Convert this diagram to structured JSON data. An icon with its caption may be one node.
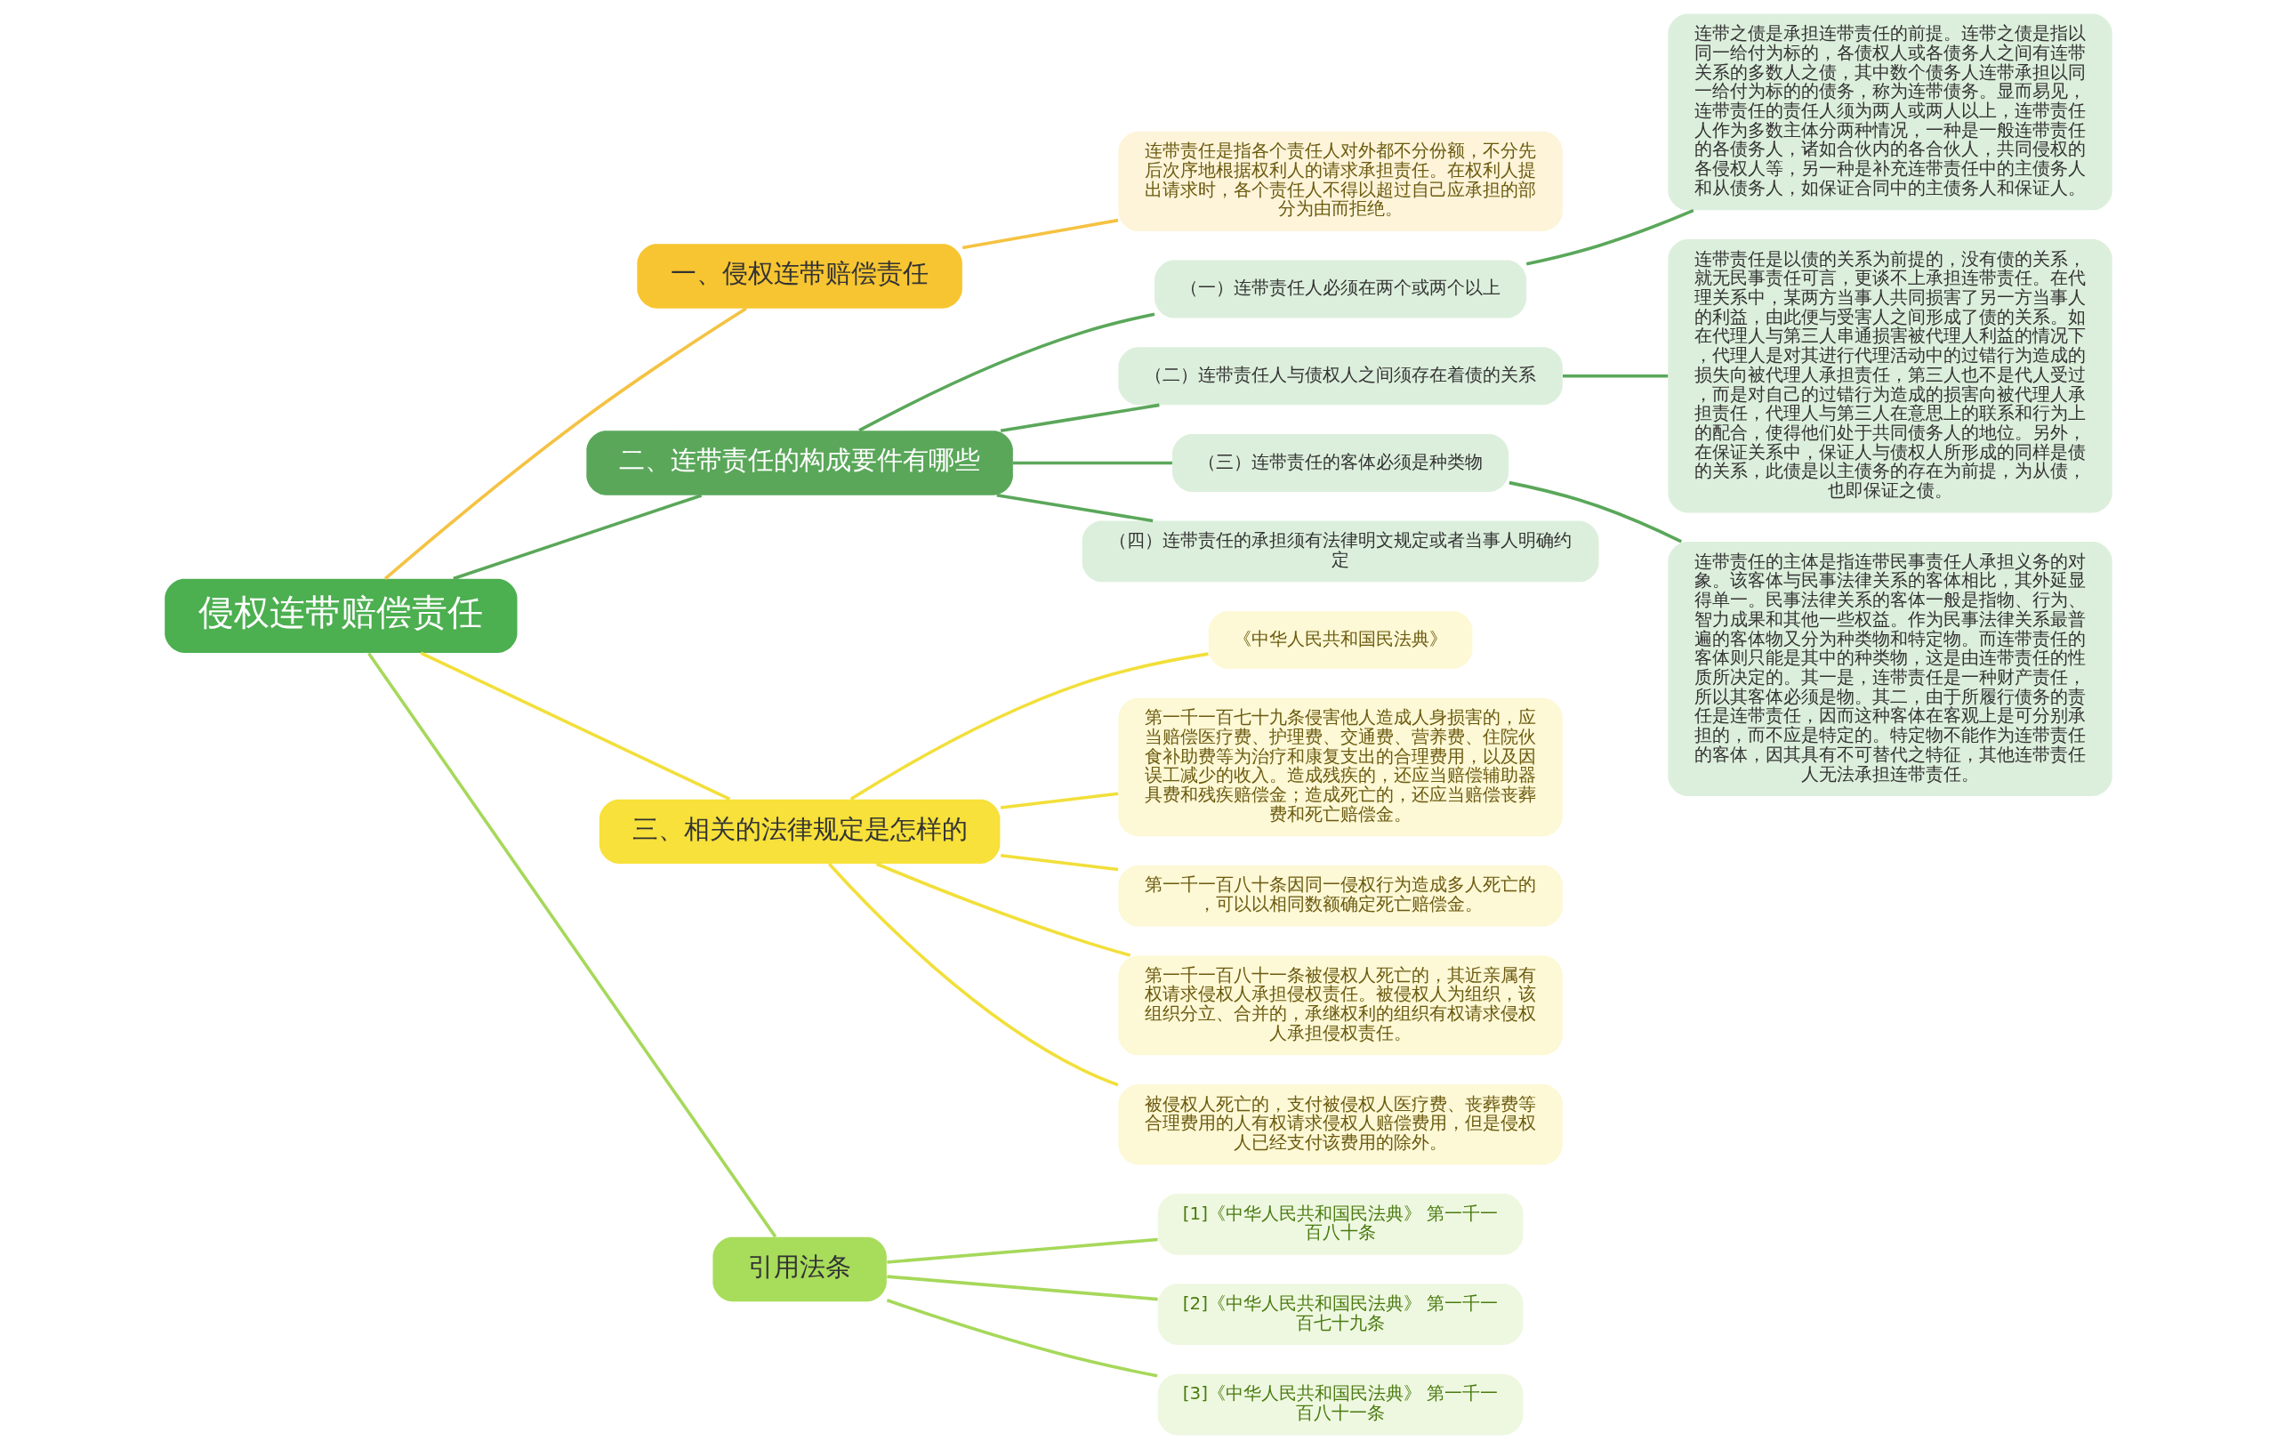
{
  "diagram": {
    "nodes": [
      {
        "text": [
          "侵权连带赔偿责任"
        ]
      },
      {
        "text": [
          "一、侵权连带赔偿责任"
        ]
      },
      {
        "text": [
          "连带责任是指各个责任人对外都不分份额，不分先后次序地根据权利人的请求承担责任。在权利人提出请求时，各个责任人不得以超过自己应承担的部分为由而拒绝。"
        ]
      },
      {
        "text": [
          "二、连带责任的构成要件有哪些"
        ]
      },
      {
        "text": [
          "（一）连带责任人必须在两个或两个以上"
        ]
      },
      {
        "text": [
          "连带之债是承担连带责任的前提。连带之债是指以同一给付为标的，各债权人或各债务人之间有连带关系的多数人之债，其中数个债务人连带承担以同一给付为标的的债务，称为连带债务。显而易见，连带责任的责任人须为两人或两人以上，连带责任人作为多数主体分两种情况，一种是一般连带责任的各债务人，诸如合伙内的各合伙人，共同侵权的各侵权人等，另一种是补充连带责任中的主债务人和从债务人，如保证合同中的主债务人和保证人。"
        ]
      },
      {
        "text": [
          "（二）连带责任人与债权人之间须存在着债的关系"
        ]
      },
      {
        "text": [
          "连带责任是以债的关系为前提的，没有债的关系，就无民事责任可言，更谈不上承担连带责任。在代理关系中，某两方当事人共同损害了另一方当事人的利益，由此便与受害人之间形成了债的关系。如在代理人与第三人串通损害被代理人利益的情况下，代理人是对其进行代理活动中的过错行为造成的损失向被代理人承担责任，第三人也不是代人受过，而是对自己的过错行为造成的损害向被代理人承担责任，代理人与第三人在意思上的联系和行为上的配合，使得他们处于共同债务人的地位。另外，在保证关系中，保证人与债权人所形成的同样是债的关系，此债是以主债务的存在为前提，为从债，也即保证之债。"
        ]
      },
      {
        "text": [
          "（三）连带责任的客体必须是种类物"
        ]
      },
      {
        "text": [
          "连带责任的主体是指连带民事责任人承担义务的对象。该客体与民事法律关系的客体相比，其外延显得单一。民事法律关系的客体一般是指物、行为、智力成果和其他一些权益。作为民事法律关系最普遍的客体物又分为种类物和特定物。而连带责任的客体则只能是其中的种类物，这是由连带责任的性质所决定的。其一是，连带责任是一种财产责任，所以其客体必须是物。其二，由于所履行债务的责任是连带责任，因而这种客体在客观上是可分别承担的，而不应是特定的。特定物不能作为连带责任的客体，因其具有不可替代之特征，其他连带责任人无法承担连带责任。"
        ]
      },
      {
        "text": [
          "（四）连带责任的承担须有法律明文规定或者当事人明确约定"
        ]
      },
      {
        "text": [
          "三、相关的法律规定是怎样的"
        ]
      },
      {
        "text": [
          "《中华人民共和国民法典》"
        ]
      },
      {
        "text": [
          "第一千一百七十九条侵害他人造成人身损害的，应当赔偿医疗费、护理费、交通费、营养费、住院伙食补助费等为治疗和康复支出的合理费用，以及因误工减少的收入。造成残疾的，还应当赔偿辅助器具费和残疾赔偿金；造成死亡的，还应当赔偿丧葬费和死亡赔偿金。"
        ]
      },
      {
        "text": [
          "第一千一百八十条因同一侵权行为造成多人死亡的，可以以相同数额确定死亡赔偿金。"
        ]
      },
      {
        "text": [
          "第一千一百八十一条被侵权人死亡的，其近亲属有权请求侵权人承担侵权责任。被侵权人为组织，该组织分立、合并的，承继权利的组织有权请求侵权人承担侵权责任。"
        ]
      },
      {
        "text": [
          "被侵权人死亡的，支付被侵权人医疗费、丧葬费等合理费用的人有权请求侵权人赔偿费用，但是侵权人已经支付该费用的除外。"
        ]
      },
      {
        "text": [
          "引用法条"
        ]
      },
      {
        "text": [
          "[1]《中华人民共和国民法典》 第一千一百八十条"
        ]
      },
      {
        "text": [
          "[2]《中华人民共和国民法典》 第一千一百七十九条"
        ]
      },
      {
        "text": [
          "[3]《中华人民共和国民法典》 第一千一百八十一条"
        ]
      }
    ],
    "edges": [
      {
        "from": 0,
        "to": 1,
        "arrow": "none",
        "color": "#f5c242"
      },
      {
        "from": 1,
        "to": 2,
        "arrow": "none",
        "color": "#f5c242"
      },
      {
        "from": 0,
        "to": 3,
        "arrow": "none"
      },
      {
        "from": 3,
        "to": 4,
        "arrow": "none"
      },
      {
        "from": 4,
        "to": 5,
        "arrow": "none"
      },
      {
        "from": 3,
        "to": 6,
        "arrow": "none"
      },
      {
        "from": 6,
        "to": 7,
        "arrow": "none"
      },
      {
        "from": 3,
        "to": 8,
        "arrow": "none"
      },
      {
        "from": 8,
        "to": 9,
        "arrow": "none"
      },
      {
        "from": 3,
        "to": 10,
        "arrow": "none"
      },
      {
        "from": 0,
        "to": 11,
        "arrow": "none",
        "color": "#f2df3a"
      },
      {
        "from": 11,
        "to": 12,
        "arrow": "none",
        "color": "#f2df3a"
      },
      {
        "from": 11,
        "to": 13,
        "arrow": "none",
        "color": "#f2df3a"
      },
      {
        "from": 11,
        "to": 14,
        "arrow": "none",
        "color": "#f2df3a"
      },
      {
        "from": 11,
        "to": 15,
        "arrow": "none",
        "color": "#f2df3a"
      },
      {
        "from": 11,
        "to": 16,
        "arrow": "none",
        "color": "#f2df3a"
      },
      {
        "from": 0,
        "to": 17,
        "arrow": "none",
        "color": "#a6d85a"
      },
      {
        "from": 17,
        "to": 18,
        "arrow": "none",
        "color": "#a6d85a"
      },
      {
        "from": 17,
        "to": 19,
        "arrow": "none",
        "color": "#a6d85a"
      },
      {
        "from": 17,
        "to": 20,
        "arrow": "none",
        "color": "#a6d85a"
      }
    ]
  }
}
